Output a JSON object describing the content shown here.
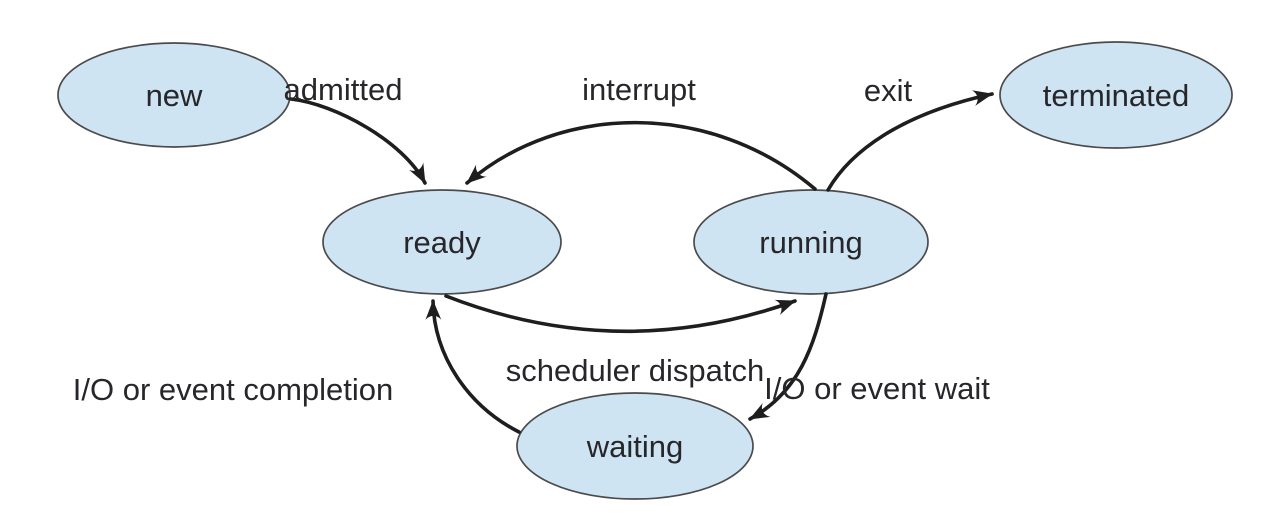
{
  "colors": {
    "node_fill": "#cee4f2",
    "node_stroke": "#4b4b4d",
    "arrow": "#1e1e1e",
    "text": "#27262a",
    "background": "#ffffff"
  },
  "states": [
    {
      "id": "new",
      "label": "new"
    },
    {
      "id": "ready",
      "label": "ready"
    },
    {
      "id": "running",
      "label": "running"
    },
    {
      "id": "terminated",
      "label": "terminated"
    },
    {
      "id": "waiting",
      "label": "waiting"
    }
  ],
  "transitions": [
    {
      "id": "admitted",
      "label": "admitted",
      "from": "new",
      "to": "ready"
    },
    {
      "id": "interrupt",
      "label": "interrupt",
      "from": "running",
      "to": "ready"
    },
    {
      "id": "exit",
      "label": "exit",
      "from": "running",
      "to": "terminated"
    },
    {
      "id": "scheduler-dispatch",
      "label": "scheduler dispatch",
      "from": "ready",
      "to": "running"
    },
    {
      "id": "io-event-wait",
      "label": "I/O or event wait",
      "from": "running",
      "to": "waiting"
    },
    {
      "id": "io-event-completion",
      "label": "I/O or event completion",
      "from": "waiting",
      "to": "ready"
    }
  ]
}
